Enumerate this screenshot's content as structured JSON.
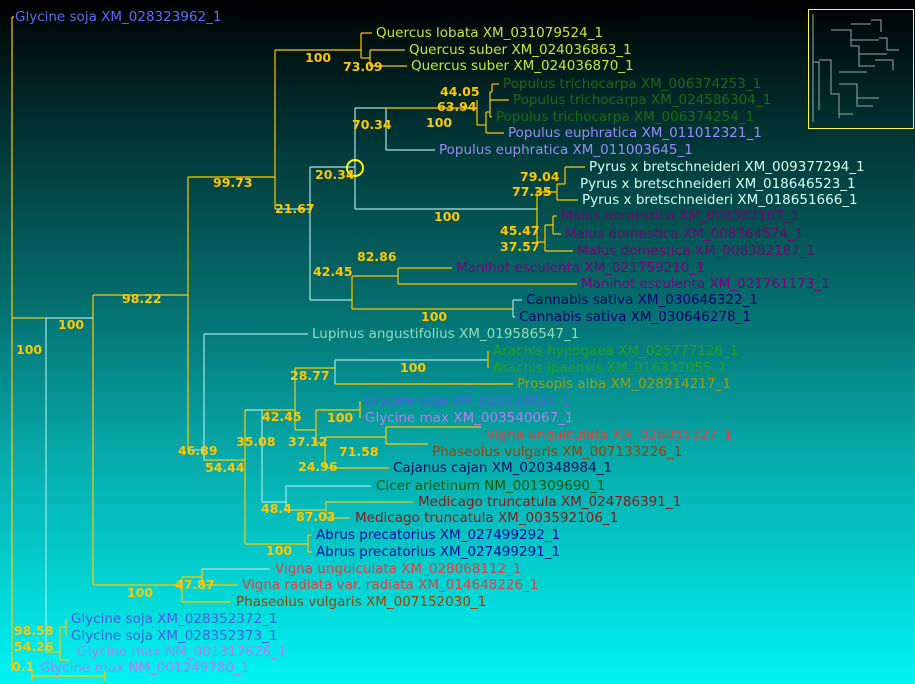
{
  "colors": {
    "branch": "#ffc800",
    "branch_pale": "#a8e4e4",
    "support": "#ffc800",
    "highlight": "#ffff00"
  },
  "scale_bar": {
    "label": "0.1"
  },
  "leaves": [
    {
      "label": "Glycine soja XM_028323962_1",
      "color": "#5a6cf5"
    },
    {
      "label": "Quercus lobata XM_031079524_1",
      "color": "#c8e632"
    },
    {
      "label": "Quercus suber XM_024036863_1",
      "color": "#c8e632"
    },
    {
      "label": "Quercus suber XM_024036870_1",
      "color": "#c8e632"
    },
    {
      "label": "Populus trichocarpa XM_006374253_1",
      "color": "#1a6a1a"
    },
    {
      "label": "Populus trichocarpa XM_024586304_1",
      "color": "#1a6a1a"
    },
    {
      "label": "Populus trichocarpa XM_006374254_1",
      "color": "#1a6a1a"
    },
    {
      "label": "Populus euphratica XM_011012321_1",
      "color": "#9a8cf8"
    },
    {
      "label": "Populus euphratica XM_011003645_1",
      "color": "#9a8cf8"
    },
    {
      "label": "Pyrus x bretschneideri XM_009377294_1",
      "color": "#d4fff4"
    },
    {
      "label": "Pyrus x bretschneideri XM_018646523_1",
      "color": "#d4fff4"
    },
    {
      "label": "Pyrus x bretschneideri XM_018651666_1",
      "color": "#d4fff4"
    },
    {
      "label": "Malus domestica XM_008382167_1",
      "color": "#6e0a6e"
    },
    {
      "label": "Malus domestica XM_008364574_1",
      "color": "#6e0a6e"
    },
    {
      "label": "Malus domestica XM_008382187_1",
      "color": "#6e0a6e"
    },
    {
      "label": "Manihot esculenta XM_021759210_1",
      "color": "#800080"
    },
    {
      "label": "Manihot esculenta XM_021761173_1",
      "color": "#800080"
    },
    {
      "label": "Cannabis sativa XM_030646322_1",
      "color": "#000070"
    },
    {
      "label": "Cannabis sativa XM_030646278_1",
      "color": "#000070"
    },
    {
      "label": "Lupinus angustifolius XM_019586547_1",
      "color": "#94dcb4"
    },
    {
      "label": "Arachis hypogaea XM_025777126_1",
      "color": "#20a020"
    },
    {
      "label": "Arachis ipaensis XM_016331055_1",
      "color": "#20a020"
    },
    {
      "label": "Prosopis alba XM_028914217_1",
      "color": "#a0a000"
    },
    {
      "label": "Glycine soja XM_028338024_1",
      "color": "#4a60e0"
    },
    {
      "label": "Glycine max XM_003540067_1",
      "color": "#b080f0"
    },
    {
      "label": "Vigna unguiculata XM_028055327_1",
      "color": "#e04040"
    },
    {
      "label": "Phaseolus vulgaris XM_007133226_1",
      "color": "#a04000"
    },
    {
      "label": "Cajanus cajan XM_020348984_1",
      "color": "#0a0a60"
    },
    {
      "label": "Cicer arietinum NM_001309690_1",
      "color": "#0a5a0a"
    },
    {
      "label": "Medicago truncatula XM_024786391_1",
      "color": "#8a1a1a"
    },
    {
      "label": "Medicago truncatula XM_003592106_1",
      "color": "#8a1a1a"
    },
    {
      "label": "Abrus precatorius XM_027499292_1",
      "color": "#0a0aa0"
    },
    {
      "label": "Abrus precatorius XM_027499291_1",
      "color": "#0a0aa0"
    },
    {
      "label": "Vigna unguiculata XM_028068112_1",
      "color": "#e04040"
    },
    {
      "label": "Vigna radiata var. radiata XM_014648226_1",
      "color": "#e04040"
    },
    {
      "label": "Phaseolus vulgaris XM_007152030_1",
      "color": "#a04000"
    },
    {
      "label": "Glycine soja XM_028352372_1",
      "color": "#4a60e0"
    },
    {
      "label": "Glycine soja XM_028352373_1",
      "color": "#4a60e0"
    },
    {
      "label": "Glycine max NM_001317626_1",
      "color": "#b080f0"
    },
    {
      "label": "Glycine max NM_001249780_1",
      "color": "#b080f0"
    }
  ],
  "supports": [
    "100",
    "100",
    "98.22",
    "99.73",
    "100",
    "73.09",
    "21.67",
    "20.34",
    "70.34",
    "100",
    "44.05",
    "63.94",
    "100",
    "79.04",
    "77.35",
    "45.47",
    "37.57",
    "82.86",
    "42.45",
    "100",
    "46.89",
    "54.44",
    "28.77",
    "100",
    "42.45",
    "35.08",
    "100",
    "37.12",
    "71.58",
    "24.96",
    "48.4",
    "87.03",
    "100",
    "47.87",
    "100",
    "98.58",
    "54.26"
  ]
}
